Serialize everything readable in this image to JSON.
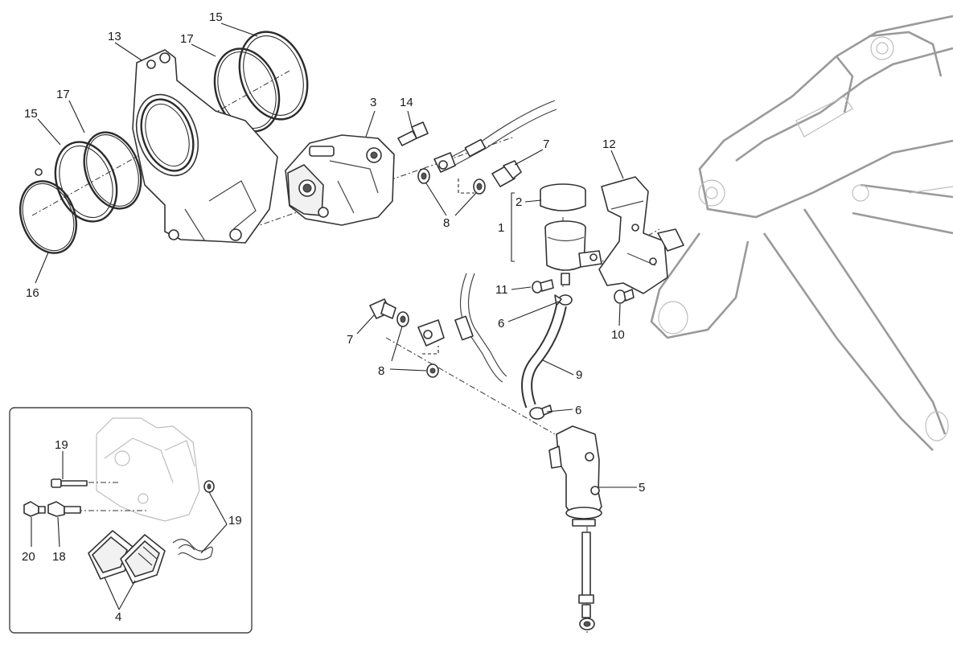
{
  "diagram": {
    "callouts": {
      "c1": "1",
      "c2": "2",
      "c3": "3",
      "c4": "4",
      "c5": "5",
      "c6a": "6",
      "c6b": "6",
      "c7a": "7",
      "c7b": "7",
      "c8a": "8",
      "c8b": "8",
      "c9": "9",
      "c10": "10",
      "c11": "11",
      "c12": "12",
      "c13": "13",
      "c14": "14",
      "c15a": "15",
      "c15b": "15",
      "c16": "16",
      "c17a": "17",
      "c17b": "17",
      "c18": "18",
      "c19a": "19",
      "c19b": "19",
      "c20": "20"
    }
  }
}
